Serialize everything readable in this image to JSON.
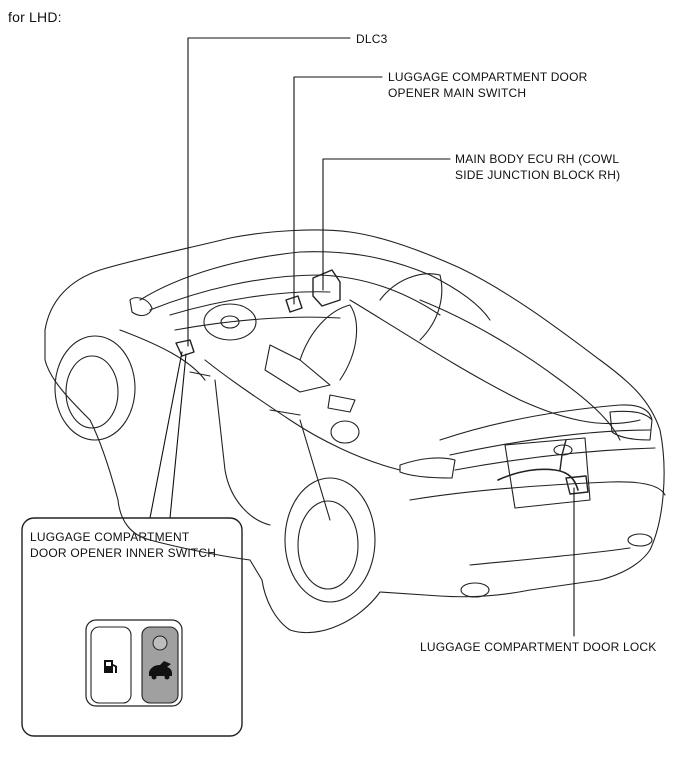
{
  "header": "for LHD:",
  "callouts": {
    "dlc3": "DLC3",
    "main_switch": [
      "LUGGAGE COMPARTMENT DOOR",
      "OPENER MAIN SWITCH"
    ],
    "ecu": [
      "MAIN BODY ECU RH (COWL",
      "SIDE JUNCTION BLOCK RH)"
    ],
    "door_lock": "LUGGAGE COMPARTMENT DOOR LOCK",
    "inner_switch": [
      "LUGGAGE COMPARTMENT",
      "DOOR OPENER INNER SWITCH"
    ]
  },
  "switch_panel": {
    "left_button_icon": "fuel-door-icon",
    "right_button_icon": "trunk-car-icon",
    "right_button_color": "#a0a0a0"
  }
}
